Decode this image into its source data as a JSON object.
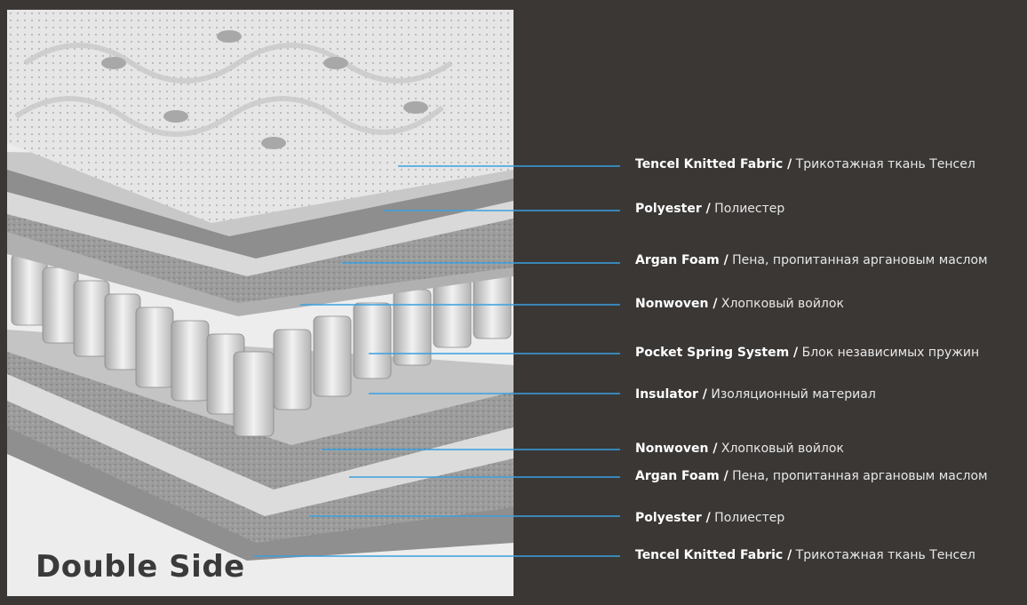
{
  "caption": "Double Side",
  "colors": {
    "background": "#3a3735",
    "leader": "#3aa0e0",
    "label": "#ffffff"
  },
  "layers": [
    {
      "en": "Tencel Knitted Fabric /",
      "ru": " Трикотажная ткань Тенсел"
    },
    {
      "en": "Polyester /",
      "ru": " Полиестер"
    },
    {
      "en": "Argan Foam /",
      "ru": " Пена, пропитанная аргановым маслом"
    },
    {
      "en": "Nonwoven /",
      "ru": " Хлопковый войлок"
    },
    {
      "en": "Pocket Spring System /",
      "ru": " Блок независимых пружин"
    },
    {
      "en": "Insulator /",
      "ru": " Изоляционный материал"
    },
    {
      "en": "Nonwoven /",
      "ru": " Хлопковый войлок"
    },
    {
      "en": "Argan Foam /",
      "ru": " Пена, пропитанная аргановым маслом"
    },
    {
      "en": "Polyester /",
      "ru": " Полиестер"
    },
    {
      "en": "Tencel Knitted Fabric /",
      "ru": " Трикотажная ткань Тенсел"
    }
  ]
}
